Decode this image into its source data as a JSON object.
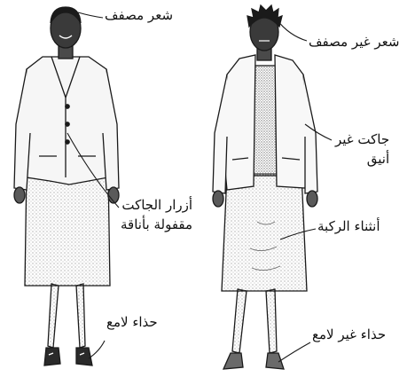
{
  "colors": {
    "ink": "#1a1a1a",
    "paper": "#ffffff",
    "fabric": "#f3f3f3",
    "stipple": "#8c8c8c",
    "shoe": "#3a3a3a"
  },
  "figures": {
    "left": {
      "labels": {
        "hair": "شعر مصفف",
        "buttons_line1": "أزرار الجاكت",
        "buttons_line2": "مقفولة بأناقة",
        "shoes": "حذاء لامع"
      }
    },
    "right": {
      "labels": {
        "hair": "شعر غير مصفف",
        "jacket_line1": "جاكت غير",
        "jacket_line2": "أنيق",
        "wrinkles": "أنثناء الركبة",
        "shoes": "حذاء غير لامع"
      }
    }
  }
}
